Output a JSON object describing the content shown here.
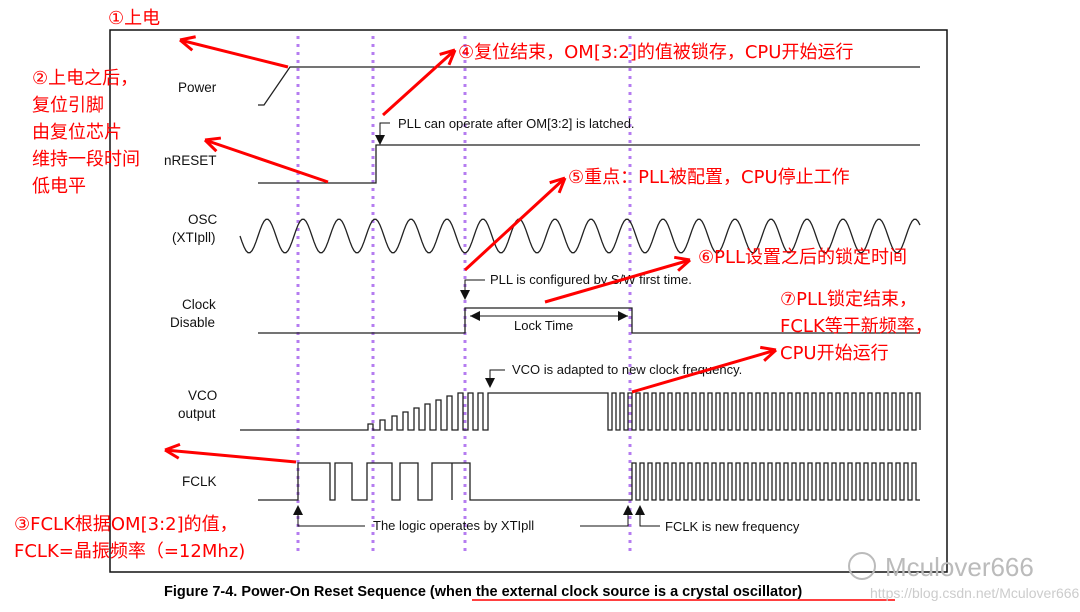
{
  "signals": [
    "Power",
    "nRESET",
    "OSC",
    "(XTIpll)",
    "Clock",
    "Disable",
    "VCO",
    "output",
    "FCLK"
  ],
  "notes": {
    "pll_operate": "PLL can operate after OM[3:2] is latched.",
    "pll_configured": "PLL is configured by S/W first time.",
    "lock_time": "Lock Time",
    "vco_adapted": "VCO is adapted to new clock frequency.",
    "logic_xtipll": "The logic operates by XTIpll",
    "fclk_new": "FCLK is new frequency"
  },
  "annotations": {
    "a1": "①上电",
    "a2": [
      "②上电之后，",
      "复位引脚",
      "由复位芯片",
      "维持一段时间",
      "低电平"
    ],
    "a3": [
      "③FCLK根据OM[3:2]的值，",
      "FCLK=晶振频率（=12Mhz)"
    ],
    "a4": "④复位结束，OM[3:2]的值被锁存，CPU开始运行",
    "a5": "⑤重点：PLL被配置，CPU停止工作",
    "a6": "⑥PLL设置之后的锁定时间",
    "a7": [
      "⑦PLL锁定结束，",
      "FCLK等于新频率，",
      "CPU开始运行"
    ]
  },
  "caption": {
    "prefix": "Figure 7-4. Power-On Reset Sequence ",
    "underlined": "(when the external clock source is a crystal oscillator)"
  },
  "watermark": {
    "name": "Mculover666",
    "url": "https://blog.csdn.net/Mculover666"
  },
  "colors": {
    "annotation": "#ff0000",
    "guide": "#b57cf0"
  }
}
